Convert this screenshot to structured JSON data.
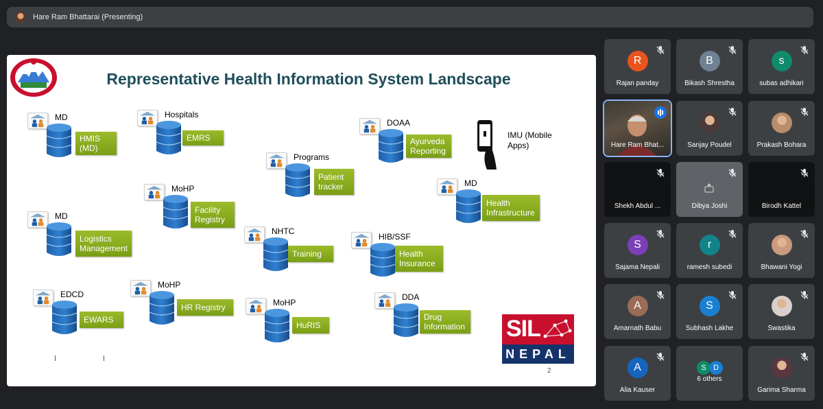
{
  "presenter_bar": {
    "text": "Hare Ram Bhattarai (Presenting)"
  },
  "slide": {
    "title": "Representative Health Information System Landscape",
    "nodes": [
      {
        "owner": "MD",
        "system": "HMIS\n(MD)"
      },
      {
        "owner": "Hospitals",
        "system": "EMRS"
      },
      {
        "owner": "Programs",
        "system": "Patient\ntracker"
      },
      {
        "owner": "DOAA",
        "system": "Ayurveda\nReporting"
      },
      {
        "owner": "MoHP",
        "system": "Facility\nRegistry"
      },
      {
        "owner": "MD",
        "system": "Health\nInfrastructure"
      },
      {
        "owner": "MD",
        "system": "Logistics\nManagement"
      },
      {
        "owner": "NHTC",
        "system": "Training"
      },
      {
        "owner": "HIB/SSF",
        "system": "Health\nInsurance"
      },
      {
        "owner": "EDCD",
        "system": "EWARS"
      },
      {
        "owner": "MoHP",
        "system": "HR Registry"
      },
      {
        "owner": "MoHP",
        "system": "HuRIS"
      },
      {
        "owner": "DDA",
        "system": "Drug\nInformation"
      }
    ],
    "imu_label": "IMU (Mobile\nApps)",
    "logo": {
      "top": "SIL",
      "bottom": "NEPAL"
    },
    "page_number": "2"
  },
  "participants": [
    {
      "name": "Rajan panday",
      "initial": "R",
      "color": "#e8541c",
      "kind": "letter",
      "muted": true
    },
    {
      "name": "Bikash Shrestha",
      "initial": "B",
      "color": "#6f8193",
      "kind": "letter",
      "muted": true
    },
    {
      "name": "subas adhikari",
      "initial": "s",
      "color": "#0f8a6a",
      "kind": "letter",
      "muted": true
    },
    {
      "name": "Hare Ram Bhat...",
      "kind": "video",
      "speaking": true
    },
    {
      "name": "Sanjay Poudel",
      "kind": "photo",
      "color": "#4a3a3a",
      "muted": true
    },
    {
      "name": "Prakash Bohara",
      "kind": "photo",
      "color": "#b98c6a",
      "muted": true
    },
    {
      "name": "Shekh Abdul ...",
      "kind": "dark",
      "muted": true
    },
    {
      "name": "Dibya Joshi",
      "kind": "grey",
      "muted": true
    },
    {
      "name": "Birodh Kattel",
      "kind": "dark",
      "muted": true
    },
    {
      "name": "Sajama Nepali",
      "initial": "S",
      "color": "#7b3fb8",
      "kind": "letter",
      "muted": true
    },
    {
      "name": "ramesh subedi",
      "initial": "r",
      "color": "#12838a",
      "kind": "letter",
      "muted": true
    },
    {
      "name": "Bhawani Yogi",
      "kind": "photo",
      "color": "#c99a7d",
      "muted": true
    },
    {
      "name": "Amarnath Babu",
      "initial": "A",
      "color": "#9a6b57",
      "kind": "letter",
      "muted": true
    },
    {
      "name": "Subhash Lakhe",
      "initial": "S",
      "color": "#1a7fd1",
      "kind": "letter",
      "muted": true
    },
    {
      "name": "Swastika",
      "kind": "photo",
      "color": "#d9d0cb",
      "muted": true
    },
    {
      "name": "Alia Kauser",
      "initial": "A",
      "color": "#1565c0",
      "kind": "letter",
      "muted": true
    },
    {
      "name": "6 others",
      "kind": "others",
      "mini": [
        {
          "initial": "S",
          "color": "#0f8a6a"
        },
        {
          "initial": "D",
          "color": "#1a7fd1"
        }
      ]
    },
    {
      "name": "Garima Sharma",
      "kind": "photo",
      "color": "#5a3640",
      "muted": true
    }
  ]
}
